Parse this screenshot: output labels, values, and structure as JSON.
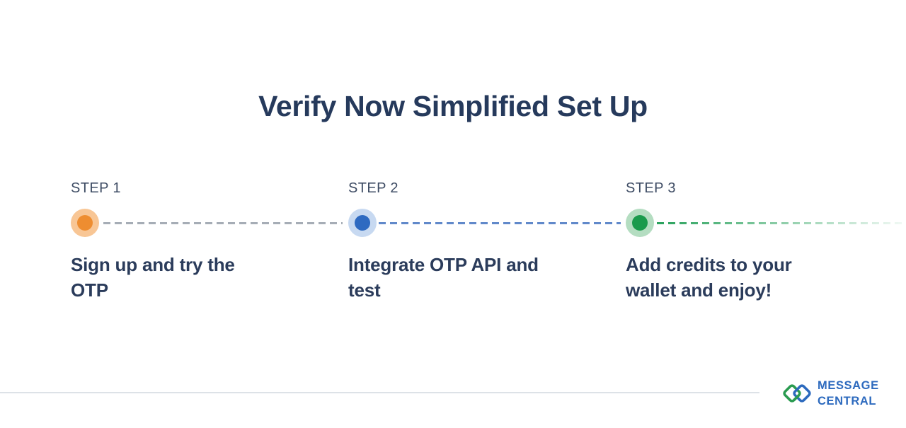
{
  "title": "Verify Now Simplified Set Up",
  "steps": [
    {
      "label": "STEP 1",
      "description": "Sign up and try the OTP",
      "dot_color": "#EE8D30",
      "halo_color": "#F8C695",
      "connector_color": "#A6ADB6",
      "connector_style": "dashed"
    },
    {
      "label": "STEP 2",
      "description": "Integrate OTP API and test",
      "dot_color": "#2E6AC1",
      "halo_color": "#C7D9F1",
      "connector_color": "#6189CA",
      "connector_style": "dashed"
    },
    {
      "label": "STEP 3",
      "description": "Add credits to your wallet and enjoy!",
      "dot_color": "#1A9A4C",
      "halo_color": "#B4DDC1",
      "connector_color": "#28A15B",
      "connector_style": "dashed-fading"
    }
  ],
  "footer": {
    "logo": {
      "line1": "MESSAGE",
      "line2": "CENTRAL",
      "icon": "interlocked-links-icon",
      "text_color": "#2D6ABE",
      "icon_green": "#2A9B50",
      "icon_blue": "#2D6ABE"
    }
  }
}
